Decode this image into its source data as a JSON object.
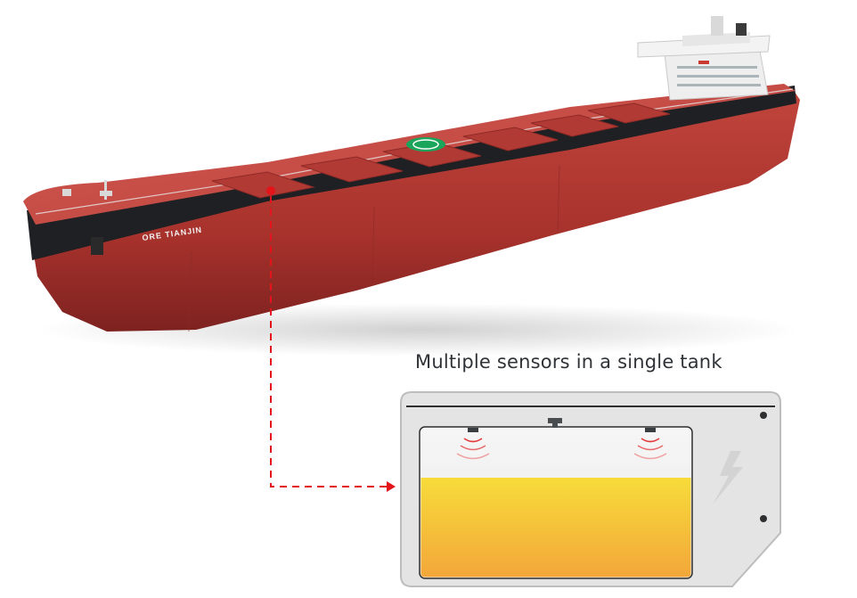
{
  "ship": {
    "name": "ORE TIANJIN",
    "hull_color": "#b0352e",
    "deck_color": "#c84a44",
    "band_color": "#1e2024",
    "helipad_color": "#19a55a"
  },
  "diagram": {
    "caption": "Multiple sensors in a single tank",
    "connector_color": "#e4141b",
    "liquid_top_color": "#f7dc3a",
    "liquid_bottom_color": "#f3a73a",
    "panel_color": "#e4e4e4",
    "panel_border_color": "#bdbdbd",
    "sensor_count": 2
  }
}
